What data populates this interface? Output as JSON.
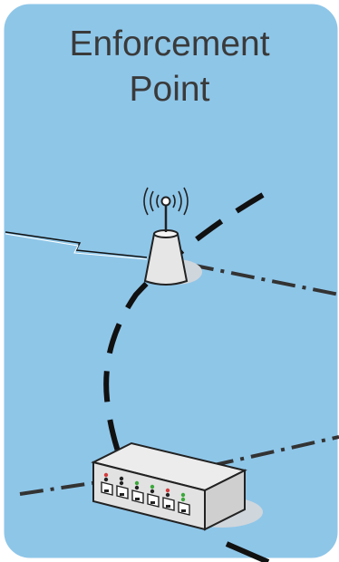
{
  "panel": {
    "title_line1": "Enforcement",
    "title_line2": "Point",
    "background_color": "#8ec6e8",
    "border_color": "#ffffff"
  },
  "devices": [
    {
      "name": "wireless-access-point",
      "icon": "wireless-access-point-icon"
    },
    {
      "name": "network-switch",
      "icon": "network-switch-icon",
      "port_count": 6
    }
  ],
  "connections": [
    {
      "name": "lightning-link",
      "style": "lightning"
    },
    {
      "name": "dashed-curve-link",
      "style": "dashed"
    },
    {
      "name": "dash-dot-link",
      "style": "dash-dot"
    }
  ],
  "colors": {
    "link": "#111111",
    "dash_dot": "#333333",
    "device_body": "#e6e6e6",
    "device_shadow": "#cfd6dc",
    "led_red": "#d23b3b",
    "led_green": "#3aa83a"
  }
}
